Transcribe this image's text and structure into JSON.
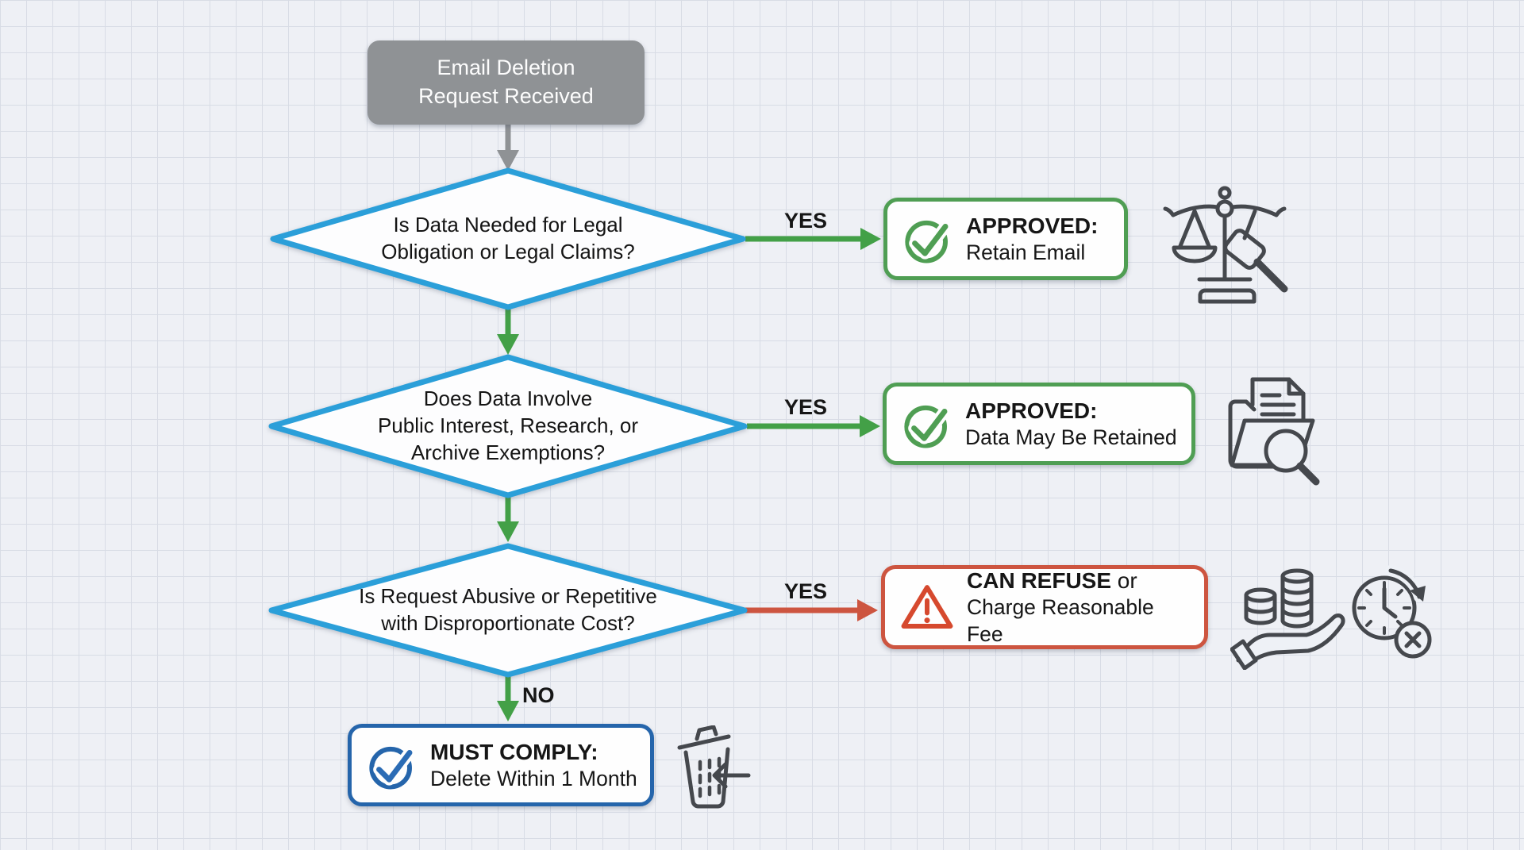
{
  "nodes": {
    "start": {
      "text": "Email Deletion\nRequest Received"
    },
    "decision1": {
      "text": "Is Data Needed for Legal\nObligation or Legal Claims?"
    },
    "decision2": {
      "text": "Does Data Involve\nPublic Interest, Research, or\nArchive Exemptions?"
    },
    "decision3": {
      "text": "Is Request Abusive or Repetitive\nwith Disproportionate Cost?"
    },
    "outcome1": {
      "title": "APPROVED:",
      "detail": "Retain Email"
    },
    "outcome2": {
      "title": "APPROVED:",
      "detail": "Data May Be Retained"
    },
    "outcome3": {
      "title": "CAN REFUSE",
      "title_suffix": " or",
      "detail": "Charge Reasonable Fee"
    },
    "outcome4": {
      "title": "MUST COMPLY:",
      "detail": "Delete Within 1 Month"
    }
  },
  "edges": {
    "yes1": "YES",
    "yes2": "YES",
    "yes3": "YES",
    "no": "NO"
  },
  "icons": {
    "outcome1_badge": "check-circle-icon",
    "outcome2_badge": "check-circle-icon",
    "outcome3_badge": "warning-triangle-icon",
    "outcome4_badge": "check-circle-icon",
    "outcome1_side": "scales-gavel-icon",
    "outcome2_side": "folder-search-icon",
    "outcome3_side_a": "coins-hand-icon",
    "outcome3_side_b": "clock-refuse-icon",
    "outcome4_side": "trash-icon"
  },
  "colors": {
    "background": "#EEF0F5",
    "grid_line": "#D8DCE5",
    "start_fill": "#8F9295",
    "decision_border": "#2B9FD9",
    "approve_green_border": "#4F9E53",
    "arrow_green": "#43A047",
    "refuse_red": "#CD5540",
    "comply_blue": "#2565AB",
    "arrow_gray": "#8F9295",
    "text": "#161616",
    "icon_stroke": "#45484D"
  }
}
